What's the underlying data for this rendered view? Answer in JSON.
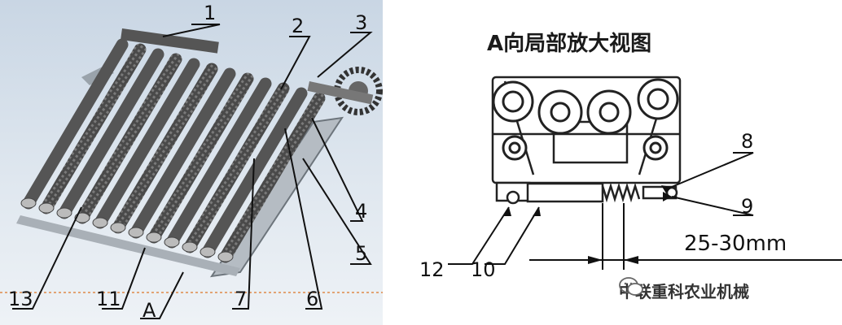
{
  "left_figure": {
    "callouts": [
      {
        "id": "c1",
        "text": "1"
      },
      {
        "id": "c2",
        "text": "2"
      },
      {
        "id": "c3",
        "text": "3"
      },
      {
        "id": "c4",
        "text": "4"
      },
      {
        "id": "c5",
        "text": "5"
      },
      {
        "id": "c6",
        "text": "6"
      },
      {
        "id": "c7",
        "text": "7"
      },
      {
        "id": "c11",
        "text": "11"
      },
      {
        "id": "c13",
        "text": "13"
      },
      {
        "id": "cA",
        "text": "A"
      }
    ]
  },
  "right_figure": {
    "title": "A向局部放大视图",
    "callouts": [
      {
        "id": "r8",
        "text": "8"
      },
      {
        "id": "r9",
        "text": "9"
      },
      {
        "id": "r12",
        "text": "12"
      },
      {
        "id": "r10",
        "text": "10"
      }
    ],
    "dimension": "25-30mm"
  },
  "watermark": {
    "icon": "wechat-icon",
    "text": "中联重科农业机械"
  }
}
